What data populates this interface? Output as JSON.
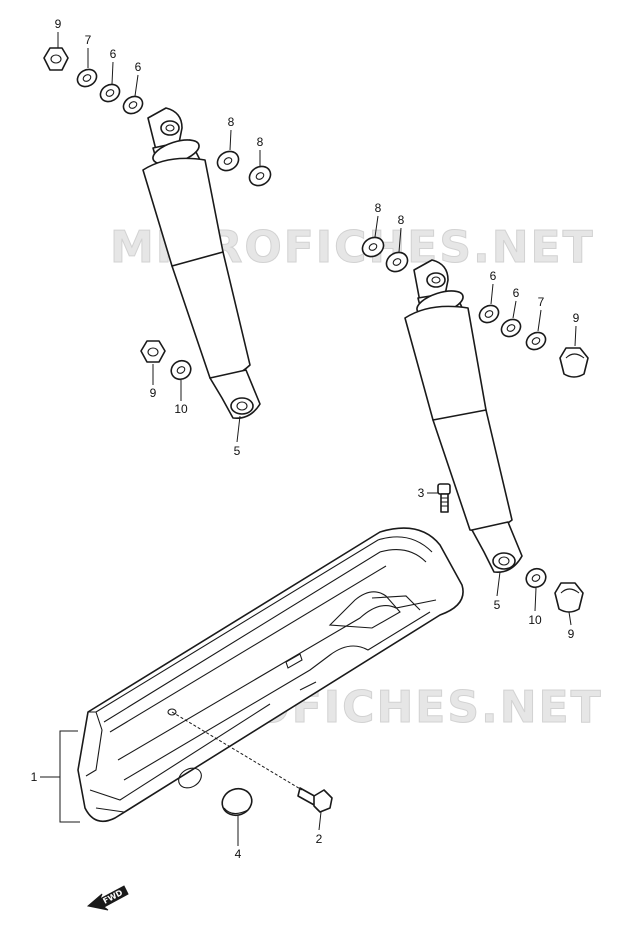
{
  "watermark": "MICROFICHES.NET",
  "callouts": {
    "c1": "1",
    "c2": "2",
    "c3": "3",
    "c4": "4",
    "c5a": "5",
    "c5b": "5",
    "c6a": "6",
    "c6b": "6",
    "c6c": "6",
    "c6d": "6",
    "c7a": "7",
    "c7b": "7",
    "c8a": "8",
    "c8b": "8",
    "c8c": "8",
    "c8d": "8",
    "c9a": "9",
    "c9b": "9",
    "c9c": "9",
    "c9d": "9",
    "c10a": "10",
    "c10b": "10"
  },
  "fwd_label": "FWD"
}
